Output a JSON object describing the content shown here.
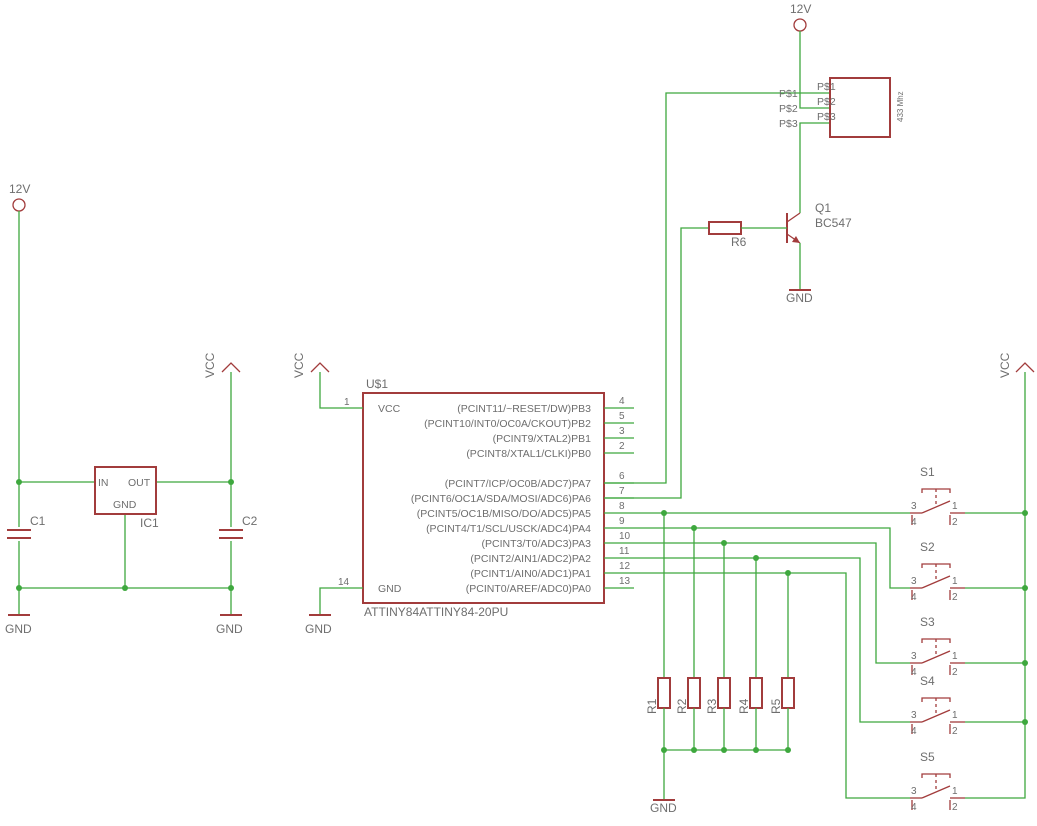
{
  "power": {
    "v12": "12V",
    "vcc": "VCC",
    "gnd": "GND"
  },
  "regulator": {
    "name": "IC1",
    "pin_in": "IN",
    "pin_out": "OUT",
    "pin_gnd": "GND",
    "cap1": "C1",
    "cap2": "C2"
  },
  "mcu": {
    "name": "U$1",
    "value": "ATTINY84ATTINY84-20PU",
    "vcc_pin": {
      "name": "VCC",
      "num": "1"
    },
    "gnd_pin": {
      "name": "GND",
      "num": "14"
    },
    "right_pins": [
      {
        "name": "(PCINT11/~RESET/DW)PB3",
        "num": "4"
      },
      {
        "name": "(PCINT10/INT0/OC0A/CKOUT)PB2",
        "num": "5"
      },
      {
        "name": "(PCINT9/XTAL2)PB1",
        "num": "3"
      },
      {
        "name": "(PCINT8/XTAL1/CLKI)PB0",
        "num": "2"
      },
      {
        "name": "(PCINT7/ICP/OC0B/ADC7)PA7",
        "num": "6"
      },
      {
        "name": "(PCINT6/OC1A/SDA/MOSI/ADC6)PA6",
        "num": "7"
      },
      {
        "name": "(PCINT5/OC1B/MISO/DO/ADC5)PA5",
        "num": "8"
      },
      {
        "name": "(PCINT4/T1/SCL/USCK/ADC4)PA4",
        "num": "9"
      },
      {
        "name": "(PCINT3/T0/ADC3)PA3",
        "num": "10"
      },
      {
        "name": "(PCINT2/AIN1/ADC2)PA2",
        "num": "11"
      },
      {
        "name": "(PCINT1/AIN0/ADC1)PA1",
        "num": "12"
      },
      {
        "name": "(PCINT0/AREF/ADC0)PA0",
        "num": "13"
      }
    ]
  },
  "transmitter": {
    "label": "433 Mhz",
    "pins_outer": [
      "P$1",
      "P$2",
      "P$3"
    ],
    "pins_inner": [
      "P$1",
      "P$2",
      "P$3"
    ]
  },
  "transistor": {
    "name": "Q1",
    "value": "BC547",
    "base_resistor": "R6"
  },
  "pulldowns": [
    "R1",
    "R2",
    "R3",
    "R4",
    "R5"
  ],
  "switches": {
    "names": [
      "S1",
      "S2",
      "S3",
      "S4",
      "S5"
    ],
    "pin_labels": [
      "3",
      "4",
      "1",
      "2"
    ]
  }
}
